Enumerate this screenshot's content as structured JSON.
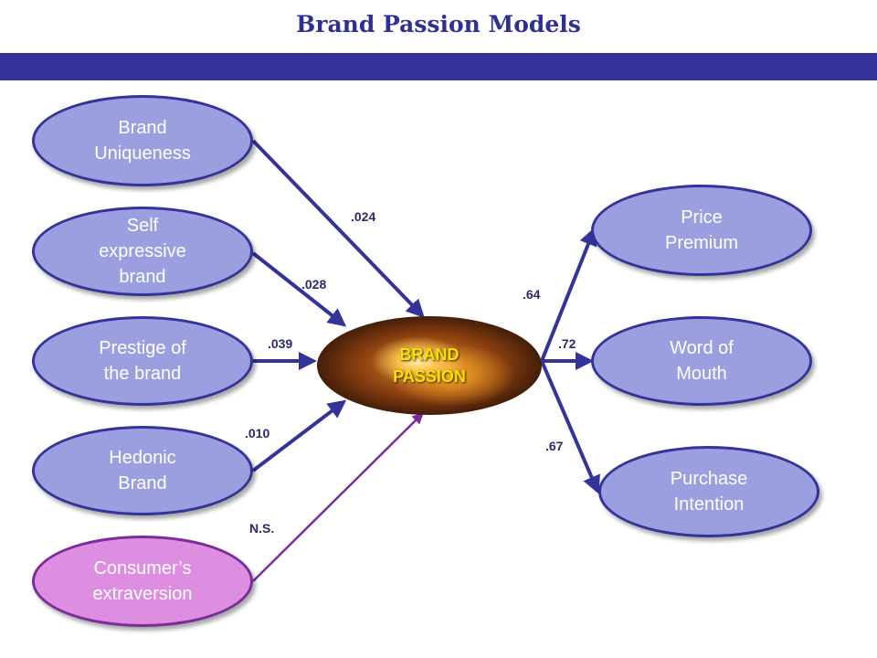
{
  "title": "Brand Passion Models",
  "colors": {
    "accent": "#333399",
    "node_fill": "#9b9fe0",
    "node_fill_pink": "#dd8ee0"
  },
  "center": {
    "label": "BRAND\nPASSION"
  },
  "antecedents": [
    {
      "label": "Brand\nUniqueness",
      "coef": ".024"
    },
    {
      "label": "Self\nexpressive\nbrand",
      "coef": ".028"
    },
    {
      "label": "Prestige of\nthe brand",
      "coef": ".039"
    },
    {
      "label": "Hedonic\nBrand",
      "coef": ".010"
    },
    {
      "label": "Consumer’s\nextraversion",
      "coef": "N.S."
    }
  ],
  "outcomes": [
    {
      "label": "Price\nPremium",
      "coef": ".64"
    },
    {
      "label": "Word of\nMouth",
      "coef": ".72"
    },
    {
      "label": "Purchase\nIntention",
      "coef": ".67"
    }
  ]
}
